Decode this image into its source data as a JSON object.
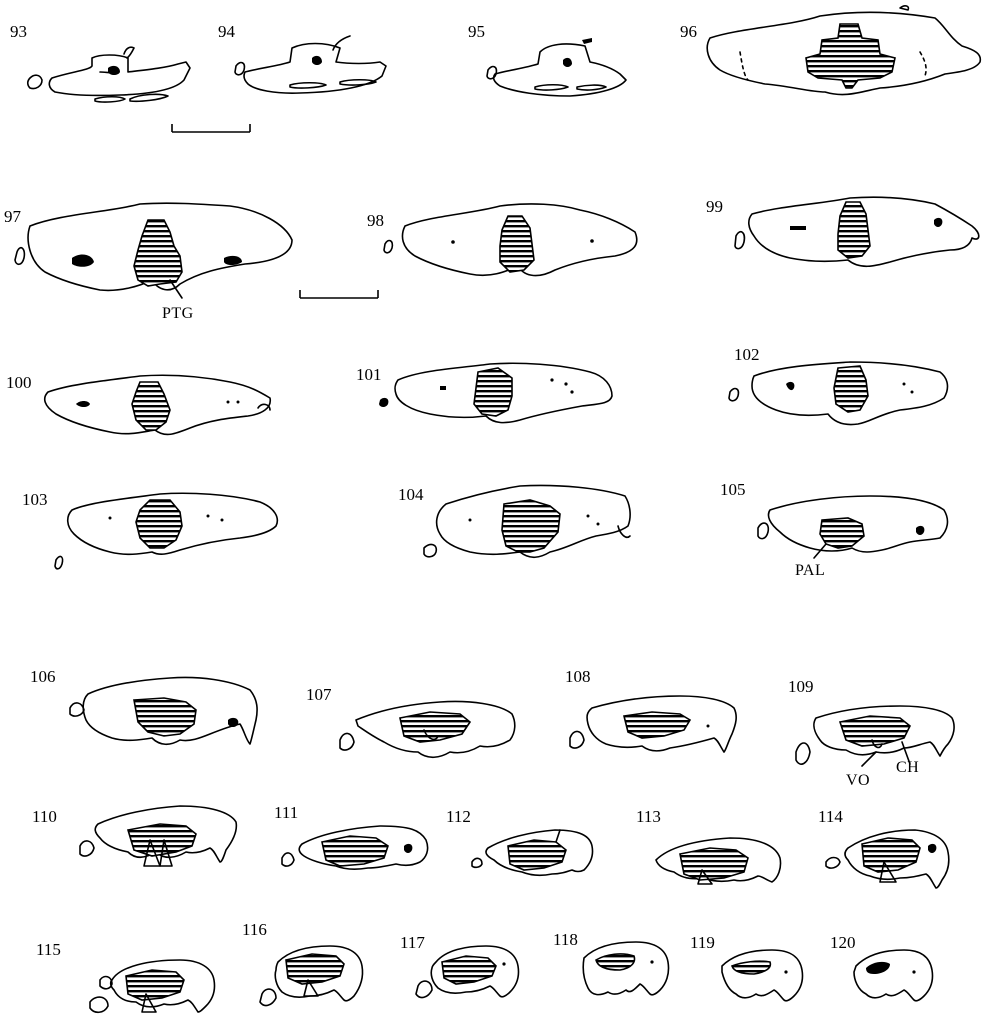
{
  "section_numbers": [
    "93",
    "94",
    "95",
    "96",
    "97",
    "98",
    "99",
    "100",
    "101",
    "102",
    "103",
    "104",
    "105",
    "106",
    "107",
    "108",
    "109",
    "110",
    "111",
    "112",
    "113",
    "114",
    "115",
    "116",
    "117",
    "118",
    "119",
    "120"
  ],
  "labels": {
    "ptg": "PTG",
    "pal": "PAL",
    "vo": "VO",
    "ch": "CH"
  }
}
